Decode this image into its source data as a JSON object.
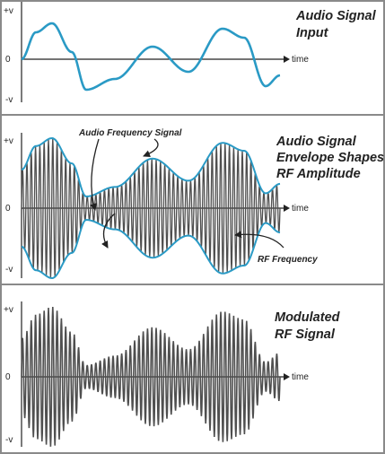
{
  "panels": [
    {
      "title": [
        "Audio Signal",
        "Input"
      ],
      "y_labels": [
        "+v",
        "0",
        "-v"
      ],
      "x_label": "time"
    },
    {
      "title": [
        "Audio Signal",
        "Envelope Shapes",
        "RF Amplitude"
      ],
      "y_labels": [
        "+v",
        "0",
        "-v"
      ],
      "x_label": "time",
      "annotations": {
        "audio_frequency_signal": "Audio Frequency Signal",
        "rf_frequency": "RF Frequency"
      }
    },
    {
      "title": [
        "Modulated",
        "RF Signal"
      ],
      "y_labels": [
        "+v",
        "0",
        "-v"
      ],
      "x_label": "time"
    }
  ],
  "colors": {
    "audio": "#2a9ac5",
    "carrier": "#4f4f4f",
    "axis": "#222222",
    "divider": "#8a8a8a"
  },
  "icons": {
    "arrow": "arrowhead-icon"
  }
}
